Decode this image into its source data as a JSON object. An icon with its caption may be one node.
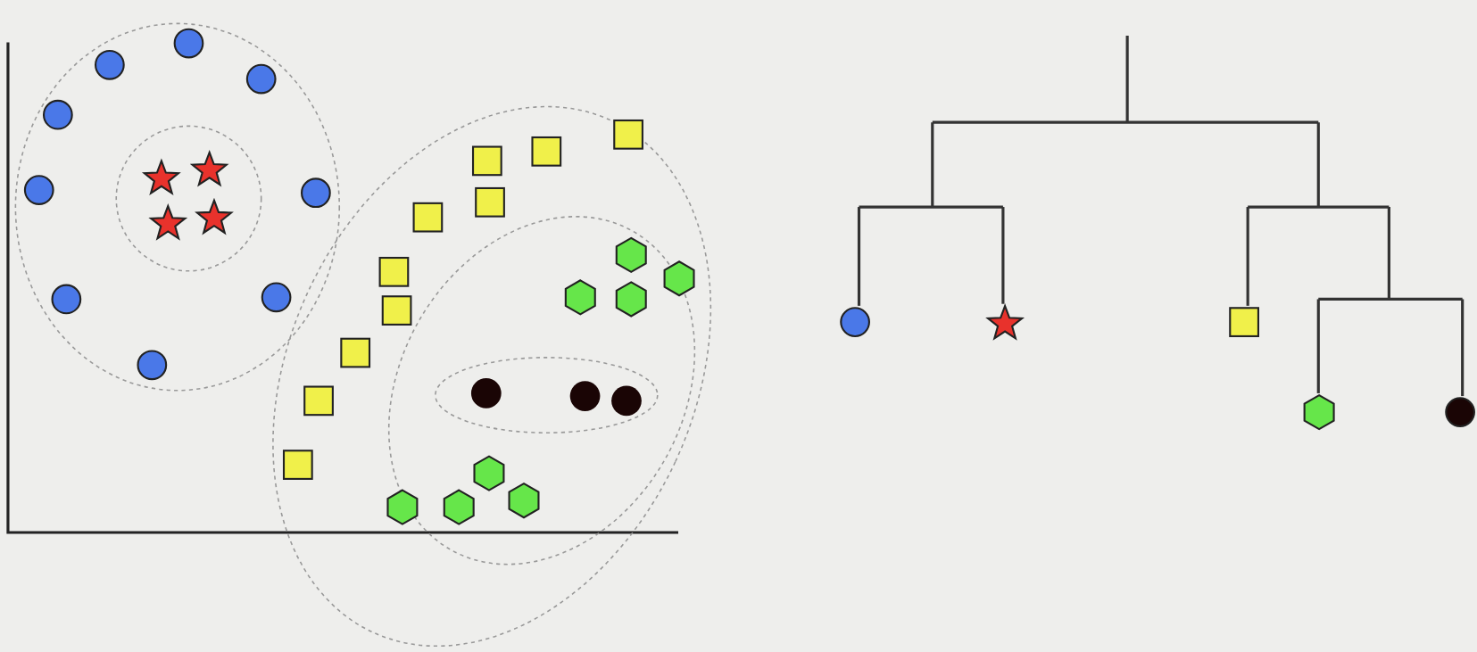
{
  "diagram": {
    "nodes": [
      {
        "text": [],
        "shape": "circle"
      },
      {
        "text": [],
        "shape": "star"
      },
      {
        "text": [],
        "shape": "box"
      },
      {
        "text": [],
        "shape": "hexagon"
      },
      {
        "text": [],
        "shape": "circle"
      }
    ],
    "edges": [
      {
        "from": null,
        "to": 0,
        "arrow": "none"
      },
      {
        "from": null,
        "to": 1,
        "arrow": "none"
      },
      {
        "from": null,
        "to": 2,
        "arrow": "none"
      },
      {
        "from": null,
        "to": 3,
        "arrow": "none"
      },
      {
        "from": null,
        "to": 4,
        "arrow": "none"
      }
    ]
  }
}
